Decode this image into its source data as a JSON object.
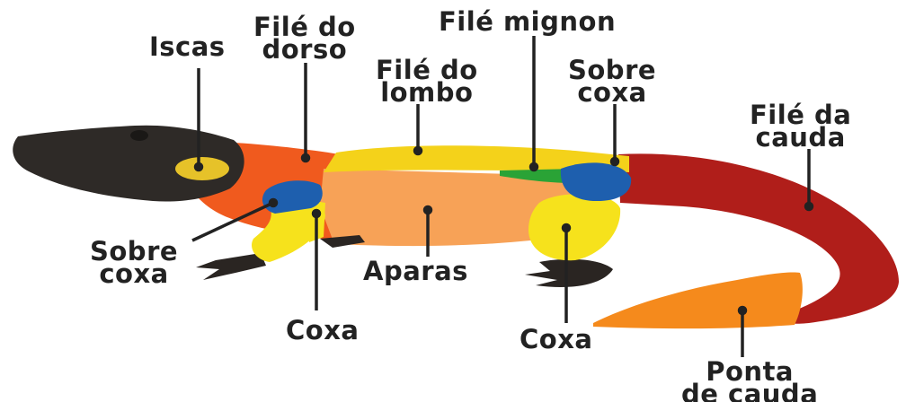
{
  "labels": {
    "iscas": "Iscas",
    "file_dorso": [
      "Filé do",
      "dorso"
    ],
    "file_mignon": "Filé mignon",
    "file_lombo": [
      "Filé do",
      "lombo"
    ],
    "sobre_coxa_rear": [
      "Sobre",
      "coxa"
    ],
    "file_cauda": [
      "Filé da",
      "cauda"
    ],
    "sobre_coxa_front": [
      "Sobre",
      "coxa"
    ],
    "aparas": "Aparas",
    "coxa_front": "Coxa",
    "coxa_rear": "Coxa",
    "ponta_cauda": [
      "Ponta",
      "de cauda"
    ]
  },
  "colors": {
    "head": "#2e2a27",
    "neck": "#f05a1e",
    "back": "#f4d21a",
    "body": "#f7a257",
    "mignon": "#2aa336",
    "thigh": "#1e5fae",
    "leg": "#f6e21c",
    "tail": "#b01e1a",
    "tail_tip": "#f58a1c",
    "iscas": "#e6c229",
    "foot": "#2a2522",
    "leader": "#222222"
  }
}
